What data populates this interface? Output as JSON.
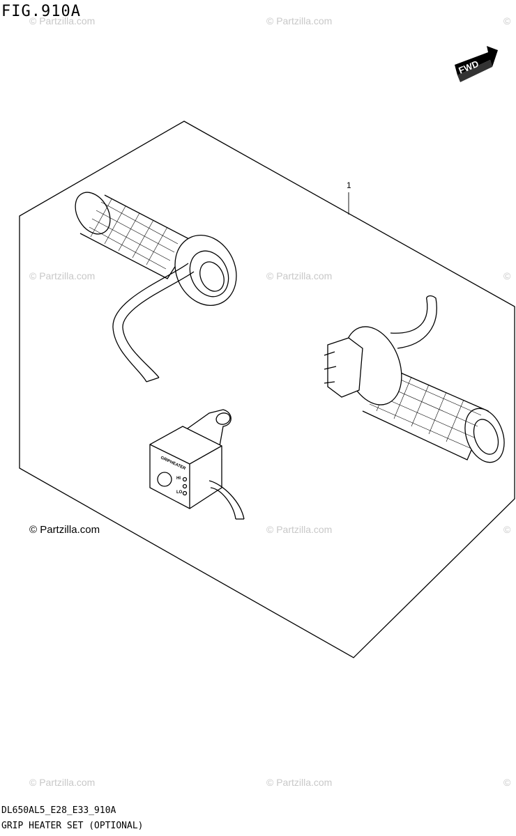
{
  "figure": {
    "id": "FIG.910A",
    "diagram_code": "DL650AL5_E28_E33_910A",
    "caption": "GRIP HEATER SET (OPTIONAL)"
  },
  "fwd_label": "FWD",
  "callouts": [
    {
      "number": "1"
    }
  ],
  "switch_labels": {
    "brand": "GRIPHEATER",
    "hi": "HI",
    "lo": "LO"
  },
  "watermarks": {
    "faint": "© Partzilla.com",
    "symbol": "©",
    "prominent": "© Partzilla.com"
  }
}
